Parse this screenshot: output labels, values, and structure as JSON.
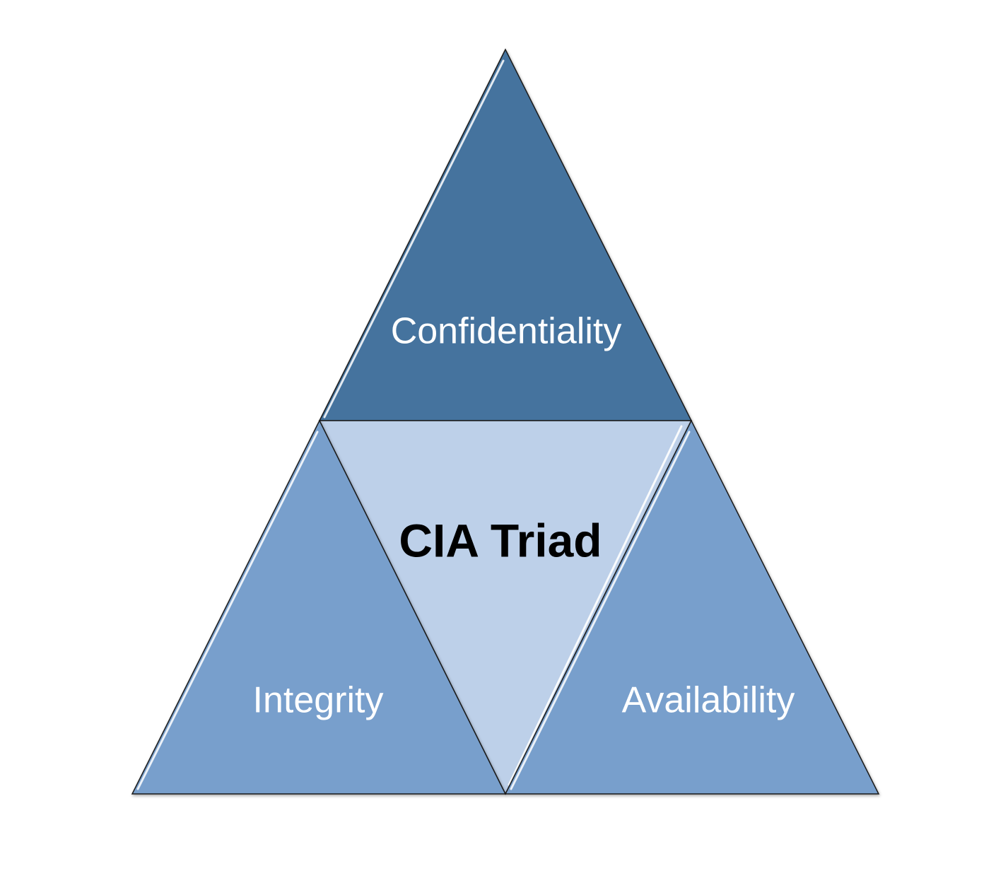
{
  "diagram": {
    "center_label": "CIA Triad",
    "segments": [
      {
        "id": "top",
        "label": "Confidentiality",
        "color": "#44739E"
      },
      {
        "id": "left",
        "label": "Integrity",
        "color": "#789FCC"
      },
      {
        "id": "right",
        "label": "Availability",
        "color": "#789FCC"
      },
      {
        "id": "center",
        "label": "",
        "color": "#BDD0E9"
      }
    ],
    "colors": {
      "outline": "#1a1a1a",
      "highlight": "#ffffff",
      "center_text": "#000000",
      "segment_text": "#ffffff"
    }
  }
}
